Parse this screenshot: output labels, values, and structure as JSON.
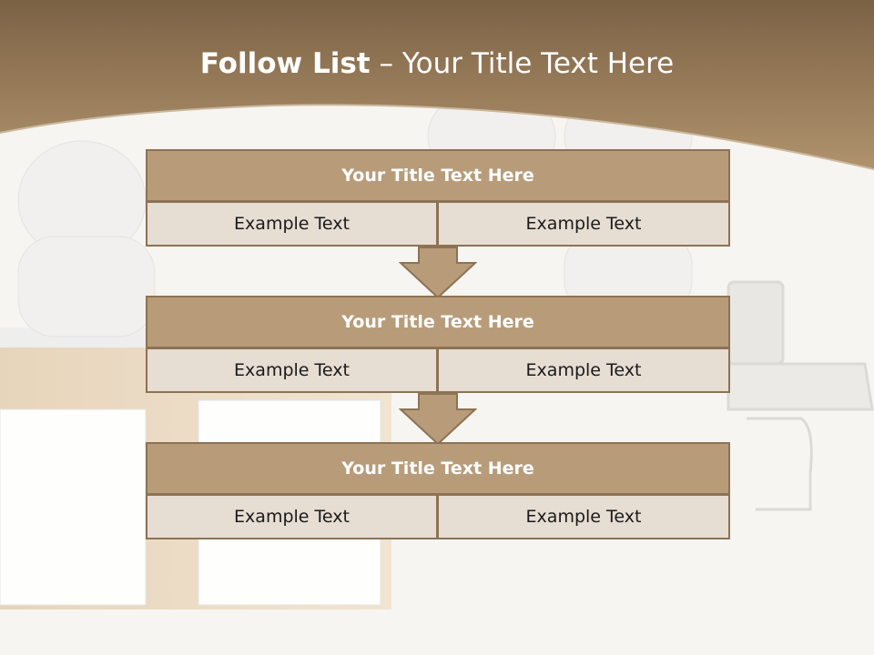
{
  "slide": {
    "title_bold": "Follow List",
    "title_rest": " – Your Title Text Here"
  },
  "blocks": [
    {
      "title": "Your Title Text Here",
      "left": "Example Text",
      "right": "Example Text"
    },
    {
      "title": "Your Title Text Here",
      "left": "Example Text",
      "right": "Example Text"
    },
    {
      "title": "Your Title Text Here",
      "left": "Example Text",
      "right": "Example Text"
    }
  ],
  "colors": {
    "header_band": "#9e8160",
    "block_header": "#b89c79",
    "block_cell": "#e6ddd3",
    "border": "#8d7254"
  }
}
